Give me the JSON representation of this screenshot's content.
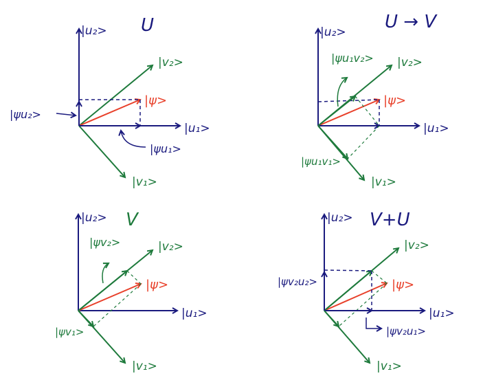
{
  "colors": {
    "basis_u": "#1a1a7e",
    "basis_v": "#1e7a3c",
    "state": "#e8402a",
    "background": "#ffffff"
  },
  "panels": [
    {
      "id": "U",
      "title": "U",
      "labels": {
        "u2": "|u₂>",
        "u1": "|u₁>",
        "v2": "|v₂>",
        "v1": "|v₁>",
        "psi": "|ψ>",
        "proj_a": "|ψu₂>",
        "proj_b": "|ψu₁>"
      }
    },
    {
      "id": "U->V",
      "title": "U → V",
      "labels": {
        "u2": "|u₂>",
        "u1": "|u₁>",
        "v2": "|v₂>",
        "v1": "|v₁>",
        "psi": "|ψ>",
        "proj_a": "|ψu₁v₂>",
        "proj_b": "|ψu₁v₁>"
      }
    },
    {
      "id": "V",
      "title": "V",
      "labels": {
        "u2": "|u₂>",
        "u1": "|u₁>",
        "v2": "|v₂>",
        "v1": "|v₁>",
        "psi": "|ψ>",
        "proj_a": "|ψv₂>",
        "proj_b": "|ψv₁>"
      }
    },
    {
      "id": "V+U",
      "title": "V+U",
      "labels": {
        "u2": "|u₂>",
        "u1": "|u₁>",
        "v2": "|v₂>",
        "v1": "|v₁>",
        "psi": "|ψ>",
        "proj_a": "|ψv₂u₂>",
        "proj_b": "|ψv₂u₁>"
      }
    }
  ]
}
